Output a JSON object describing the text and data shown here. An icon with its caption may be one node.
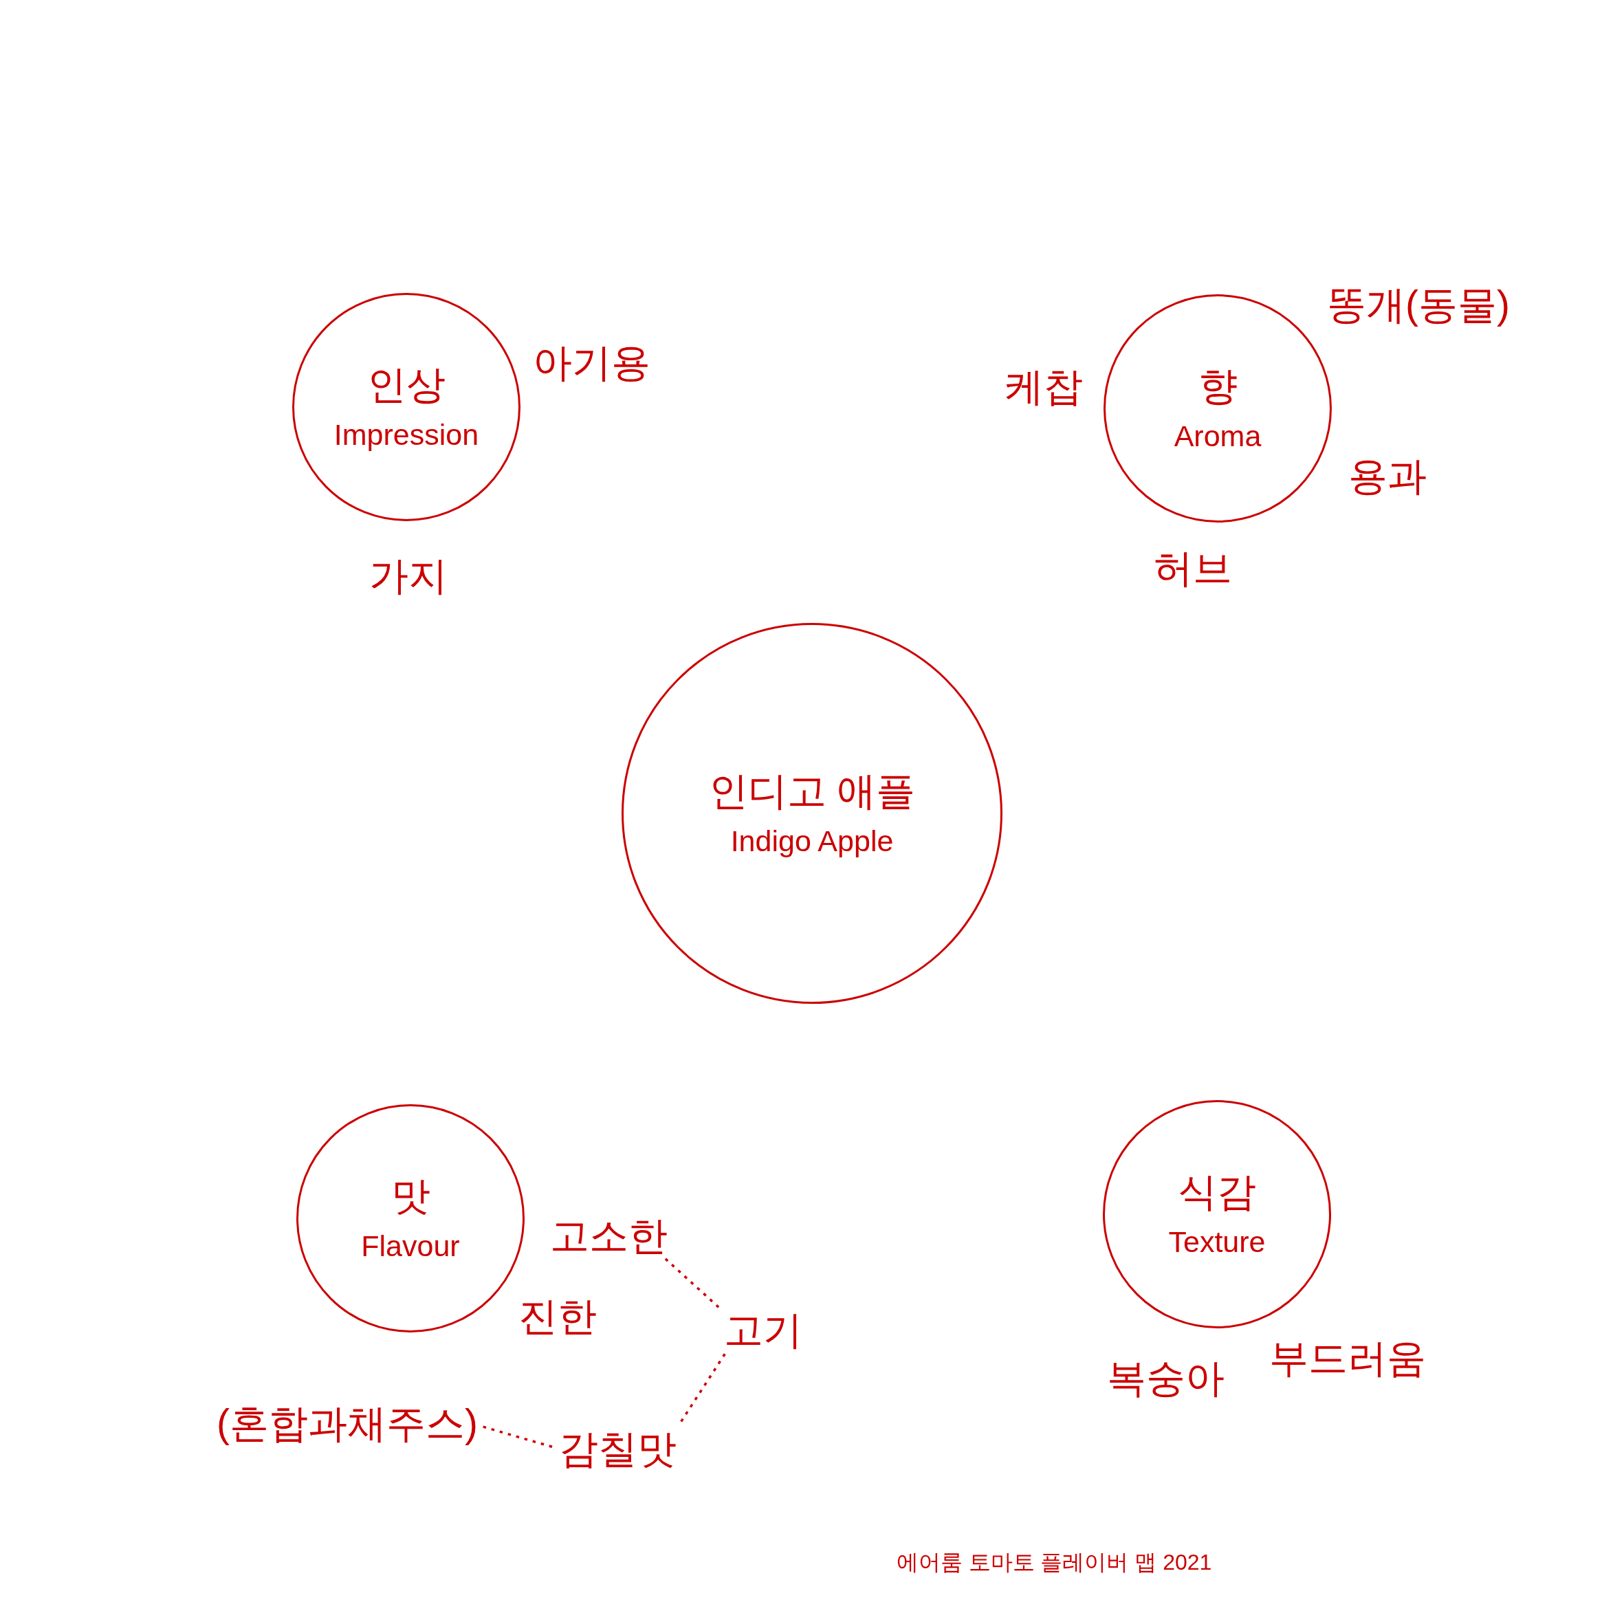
{
  "diagram": {
    "caption": "에어룸 토마토 플레이버 맵 2021",
    "nodes": [
      {
        "text": [
          "인상",
          "Impression"
        ],
        "beside": [
          "아기용",
          "가지"
        ]
      },
      {
        "text": [
          "향",
          "Aroma"
        ],
        "beside": [
          "똥개(동물)",
          "케찹",
          "용과",
          "허브"
        ]
      },
      {
        "text": [
          "인디고 애플",
          "Indigo Apple"
        ]
      },
      {
        "text": [
          "맛",
          "Flavour"
        ],
        "beside": [
          "진한"
        ]
      },
      {
        "text": [
          "식감",
          "Texture"
        ],
        "beside": [
          "부드러움",
          "복숭아"
        ]
      },
      {
        "text": [
          "고소한"
        ]
      },
      {
        "text": [
          "고기"
        ]
      },
      {
        "text": [
          "(혼합과채주스)"
        ]
      },
      {
        "text": [
          "감칠맛"
        ]
      }
    ],
    "edges": [
      {
        "from": 5,
        "to": 6,
        "arrow": "none",
        "style": "dashed"
      },
      {
        "from": 6,
        "to": 8,
        "arrow": "none",
        "style": "dashed"
      },
      {
        "from": 7,
        "to": 8,
        "arrow": "none",
        "style": "dashed"
      }
    ]
  }
}
